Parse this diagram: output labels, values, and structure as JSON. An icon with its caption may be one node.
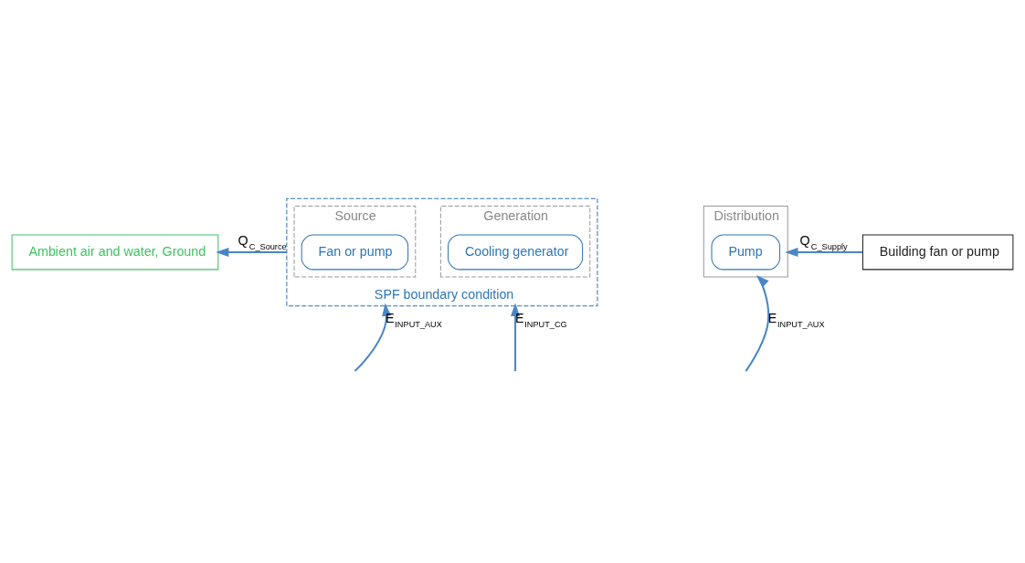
{
  "diagram": {
    "nodes": [
      {
        "text": [
          "Ambient air and water, Ground"
        ]
      },
      {
        "text": [
          "SPF boundary condition"
        ]
      },
      {
        "text": [
          "Source"
        ],
        "in": 1
      },
      {
        "text": [
          "Fan or pump"
        ],
        "in": 2
      },
      {
        "text": [
          "Generation"
        ],
        "in": 1
      },
      {
        "text": [
          "Cooling generator"
        ],
        "in": 4
      },
      {
        "text": [
          "Distribution"
        ]
      },
      {
        "text": [
          "Pump"
        ],
        "in": 6
      },
      {
        "text": [
          "Building fan or pump"
        ]
      }
    ],
    "edges": [
      {
        "from": 1,
        "to": 0,
        "arrow": "to",
        "label": "Q$_{C_Source}$"
      },
      {
        "from": 8,
        "to": 6,
        "arrow": "to",
        "label": "Q$_{C_Supply}$"
      },
      {
        "from": null,
        "to": 1,
        "arrow": "to",
        "label": "E$_{INPUT_AUX}$"
      },
      {
        "from": null,
        "to": 1,
        "arrow": "to",
        "label": "E$_{INPUT_CG}$"
      },
      {
        "from": null,
        "to": 6,
        "arrow": "to",
        "label": "E$_{INPUT_AUX}$"
      }
    ]
  }
}
